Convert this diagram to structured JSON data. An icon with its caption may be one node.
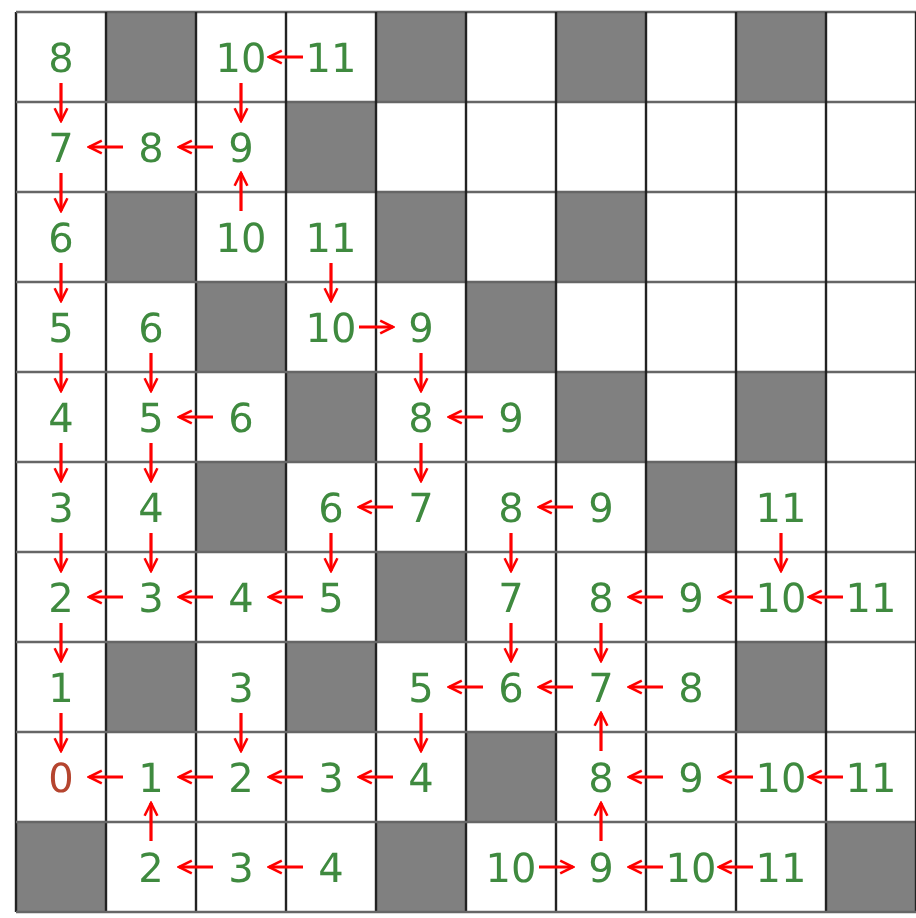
{
  "diagram": {
    "nodes": [
      {
        "text": [
          "8"
        ]
      },
      {
        "text": [],
        "shape": "box"
      },
      {
        "text": [
          "10"
        ]
      },
      {
        "text": [
          "11"
        ]
      },
      {
        "text": [],
        "shape": "box"
      },
      {
        "text": [],
        "shape": "box"
      },
      {
        "text": [],
        "shape": "box"
      },
      {
        "text": [
          "7"
        ]
      },
      {
        "text": [
          "8"
        ]
      },
      {
        "text": [
          "9"
        ]
      },
      {
        "text": [],
        "shape": "box"
      },
      {
        "text": [
          "6"
        ]
      },
      {
        "text": [],
        "shape": "box"
      },
      {
        "text": [
          "10"
        ]
      },
      {
        "text": [
          "11"
        ]
      },
      {
        "text": [],
        "shape": "box"
      },
      {
        "text": [],
        "shape": "box"
      },
      {
        "text": [
          "5"
        ]
      },
      {
        "text": [
          "6"
        ]
      },
      {
        "text": [],
        "shape": "box"
      },
      {
        "text": [
          "10"
        ]
      },
      {
        "text": [
          "9"
        ]
      },
      {
        "text": [],
        "shape": "box"
      },
      {
        "text": [
          "4"
        ]
      },
      {
        "text": [
          "5"
        ]
      },
      {
        "text": [
          "6"
        ]
      },
      {
        "text": [],
        "shape": "box"
      },
      {
        "text": [
          "8"
        ]
      },
      {
        "text": [
          "9"
        ]
      },
      {
        "text": [],
        "shape": "box"
      },
      {
        "text": [],
        "shape": "box"
      },
      {
        "text": [
          "3"
        ]
      },
      {
        "text": [
          "4"
        ]
      },
      {
        "text": [],
        "shape": "box"
      },
      {
        "text": [
          "6"
        ]
      },
      {
        "text": [
          "7"
        ]
      },
      {
        "text": [
          "8"
        ]
      },
      {
        "text": [
          "9"
        ]
      },
      {
        "text": [],
        "shape": "box"
      },
      {
        "text": [
          "11"
        ]
      },
      {
        "text": [
          "2"
        ]
      },
      {
        "text": [
          "3"
        ]
      },
      {
        "text": [
          "4"
        ]
      },
      {
        "text": [
          "5"
        ]
      },
      {
        "text": [],
        "shape": "box"
      },
      {
        "text": [
          "7"
        ]
      },
      {
        "text": [
          "8"
        ]
      },
      {
        "text": [
          "9"
        ]
      },
      {
        "text": [
          "10"
        ]
      },
      {
        "text": [
          "11"
        ]
      },
      {
        "text": [
          "1"
        ]
      },
      {
        "text": [],
        "shape": "box"
      },
      {
        "text": [
          "3"
        ]
      },
      {
        "text": [],
        "shape": "box"
      },
      {
        "text": [
          "5"
        ]
      },
      {
        "text": [
          "6"
        ]
      },
      {
        "text": [
          "7"
        ]
      },
      {
        "text": [
          "8"
        ]
      },
      {
        "text": [],
        "shape": "box"
      },
      {
        "text": [
          "0"
        ]
      },
      {
        "text": [
          "1"
        ]
      },
      {
        "text": [
          "2"
        ]
      },
      {
        "text": [
          "3"
        ]
      },
      {
        "text": [
          "4"
        ]
      },
      {
        "text": [],
        "shape": "box"
      },
      {
        "text": [
          "8"
        ]
      },
      {
        "text": [
          "9"
        ]
      },
      {
        "text": [
          "10"
        ]
      },
      {
        "text": [
          "11"
        ]
      },
      {
        "text": [],
        "shape": "box"
      },
      {
        "text": [
          "2"
        ]
      },
      {
        "text": [
          "3"
        ]
      },
      {
        "text": [
          "4"
        ]
      },
      {
        "text": [],
        "shape": "box"
      },
      {
        "text": [
          "10"
        ]
      },
      {
        "text": [
          "9"
        ]
      },
      {
        "text": [
          "10"
        ]
      },
      {
        "text": [
          "11"
        ]
      },
      {
        "text": [],
        "shape": "box"
      }
    ],
    "edges": [
      {
        "from": 0,
        "to": 7,
        "arrow": "to"
      },
      {
        "from": 2,
        "to": 9,
        "arrow": "to"
      },
      {
        "from": 3,
        "to": 2,
        "arrow": "to"
      },
      {
        "from": 7,
        "to": 11,
        "arrow": "to"
      },
      {
        "from": 8,
        "to": 7,
        "arrow": "to"
      },
      {
        "from": 9,
        "to": 8,
        "arrow": "to"
      },
      {
        "from": 11,
        "to": 17,
        "arrow": "to"
      },
      {
        "from": 13,
        "to": 9,
        "arrow": "to"
      },
      {
        "from": 14,
        "to": 20,
        "arrow": "to"
      },
      {
        "from": 17,
        "to": 23,
        "arrow": "to"
      },
      {
        "from": 18,
        "to": 24,
        "arrow": "to"
      },
      {
        "from": 20,
        "to": 21,
        "arrow": "to"
      },
      {
        "from": 21,
        "to": 27,
        "arrow": "to"
      },
      {
        "from": 23,
        "to": 31,
        "arrow": "to"
      },
      {
        "from": 24,
        "to": 32,
        "arrow": "to"
      },
      {
        "from": 25,
        "to": 24,
        "arrow": "to"
      },
      {
        "from": 27,
        "to": 35,
        "arrow": "to"
      },
      {
        "from": 28,
        "to": 27,
        "arrow": "to"
      },
      {
        "from": 31,
        "to": 40,
        "arrow": "to"
      },
      {
        "from": 32,
        "to": 41,
        "arrow": "to"
      },
      {
        "from": 34,
        "to": 43,
        "arrow": "to"
      },
      {
        "from": 35,
        "to": 34,
        "arrow": "to"
      },
      {
        "from": 36,
        "to": 45,
        "arrow": "to"
      },
      {
        "from": 37,
        "to": 36,
        "arrow": "to"
      },
      {
        "from": 39,
        "to": 48,
        "arrow": "to"
      },
      {
        "from": 40,
        "to": 50,
        "arrow": "to"
      },
      {
        "from": 41,
        "to": 40,
        "arrow": "to"
      },
      {
        "from": 42,
        "to": 41,
        "arrow": "to"
      },
      {
        "from": 43,
        "to": 42,
        "arrow": "to"
      },
      {
        "from": 45,
        "to": 55,
        "arrow": "to"
      },
      {
        "from": 46,
        "to": 56,
        "arrow": "to"
      },
      {
        "from": 47,
        "to": 46,
        "arrow": "to"
      },
      {
        "from": 48,
        "to": 47,
        "arrow": "to"
      },
      {
        "from": 49,
        "to": 48,
        "arrow": "to"
      },
      {
        "from": 50,
        "to": 59,
        "arrow": "to"
      },
      {
        "from": 52,
        "to": 61,
        "arrow": "to"
      },
      {
        "from": 54,
        "to": 63,
        "arrow": "to"
      },
      {
        "from": 55,
        "to": 54,
        "arrow": "to"
      },
      {
        "from": 56,
        "to": 55,
        "arrow": "to"
      },
      {
        "from": 57,
        "to": 56,
        "arrow": "to"
      },
      {
        "from": 60,
        "to": 59,
        "arrow": "to"
      },
      {
        "from": 61,
        "to": 60,
        "arrow": "to"
      },
      {
        "from": 62,
        "to": 61,
        "arrow": "to"
      },
      {
        "from": 63,
        "to": 62,
        "arrow": "to"
      },
      {
        "from": 65,
        "to": 56,
        "arrow": "to"
      },
      {
        "from": 66,
        "to": 65,
        "arrow": "to"
      },
      {
        "from": 67,
        "to": 66,
        "arrow": "to"
      },
      {
        "from": 68,
        "to": 67,
        "arrow": "to"
      },
      {
        "from": 70,
        "to": 60,
        "arrow": "to"
      },
      {
        "from": 71,
        "to": 70,
        "arrow": "to"
      },
      {
        "from": 72,
        "to": 71,
        "arrow": "to"
      },
      {
        "from": 74,
        "to": 75,
        "arrow": "to"
      },
      {
        "from": 75,
        "to": 65,
        "arrow": "to"
      },
      {
        "from": 76,
        "to": 75,
        "arrow": "to"
      },
      {
        "from": 77,
        "to": 76,
        "arrow": "to"
      }
    ]
  }
}
